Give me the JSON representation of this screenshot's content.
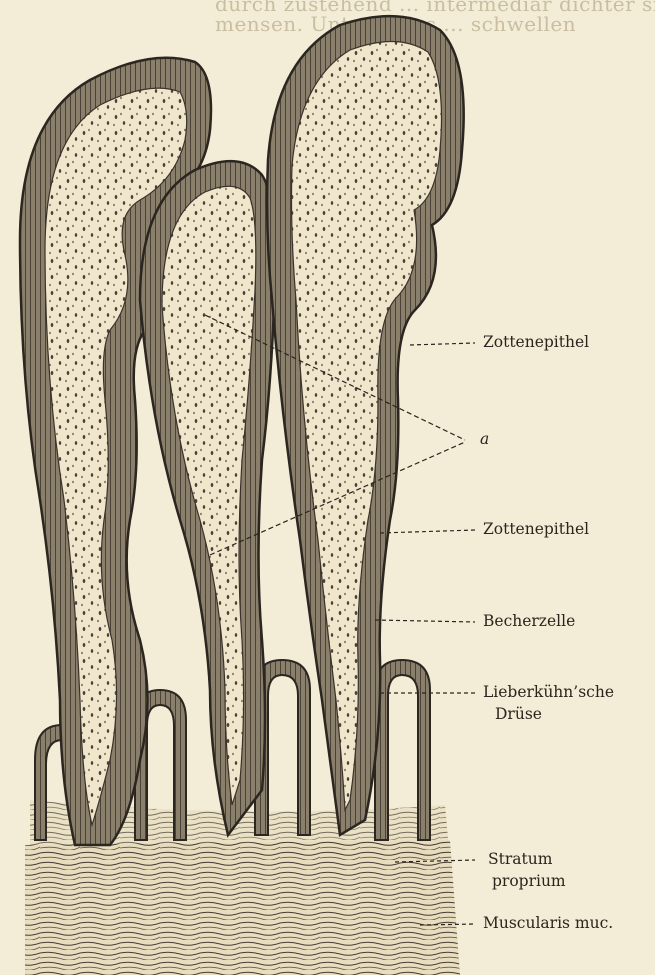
{
  "header_text": {
    "line1": "durch zustehend ... intermediär dichter sich le",
    "line2": "mensen. Unter ... los ... schwellen"
  },
  "labels": {
    "zottenepithel_1": "Zottenepithel",
    "a": "a",
    "zottenepithel_2": "Zottenepithel",
    "becherzelle": "Becherzelle",
    "lieberkuehn_line1": "Lieberkühn’sche",
    "lieberkuehn_line2": "Drüse",
    "stratum_line1": "Stratum",
    "stratum_line2": "proprium",
    "muscularis": "Muscularis muc."
  },
  "colors": {
    "paper": "#f3ecd6",
    "ink": "#2b2620",
    "epithelium_band": "#5b5246",
    "stroma": "#efe6cc"
  }
}
